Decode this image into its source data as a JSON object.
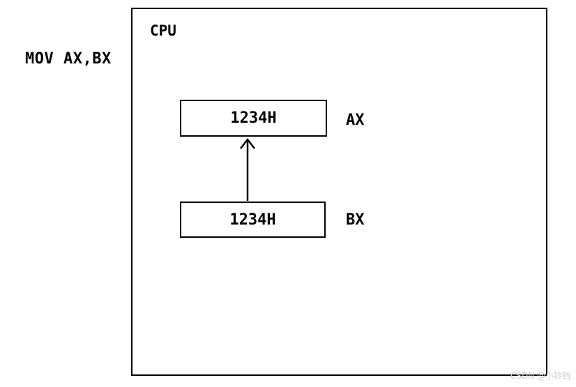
{
  "instruction": "MOV AX,BX",
  "cpu": {
    "label": "CPU"
  },
  "registers": {
    "ax": {
      "name": "AX",
      "value": "1234H"
    },
    "bx": {
      "name": "BX",
      "value": "1234H"
    }
  },
  "arrow": {
    "from": "BX",
    "to": "AX"
  },
  "watermark": "CSDN @小铃铛",
  "colors": {
    "stroke": "#000000",
    "background": "#ffffff",
    "watermark": "#c9c9c9"
  }
}
